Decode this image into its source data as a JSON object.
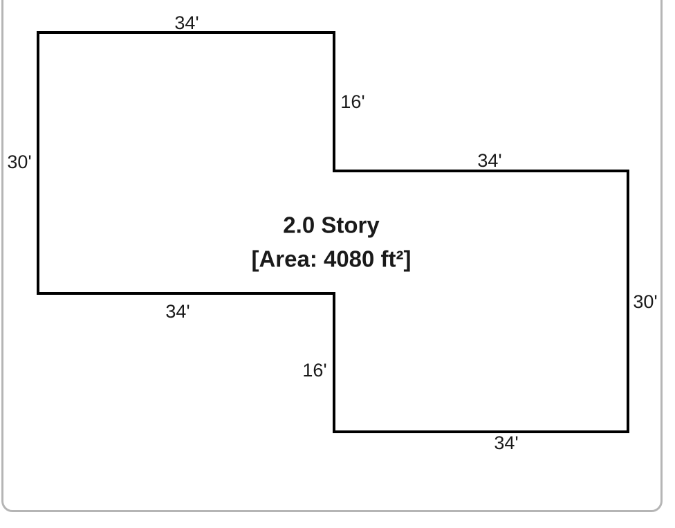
{
  "diagram": {
    "type": "building-footprint-sketch",
    "story_label": "2.0 Story",
    "area_label": "[Area: 4080 ft²]",
    "dimensions": {
      "top_edge": "34'",
      "upper_step_edge": "16'",
      "middle_edge": "34'",
      "left_edge": "30'",
      "lower_left_edge": "34'",
      "lower_step_edge": "16'",
      "right_edge": "30'",
      "bottom_edge": "34'"
    },
    "colors": {
      "outline": "#000000",
      "card_border": "#b5b5b5",
      "background": "#ffffff",
      "text": "#1a1a1a"
    }
  }
}
